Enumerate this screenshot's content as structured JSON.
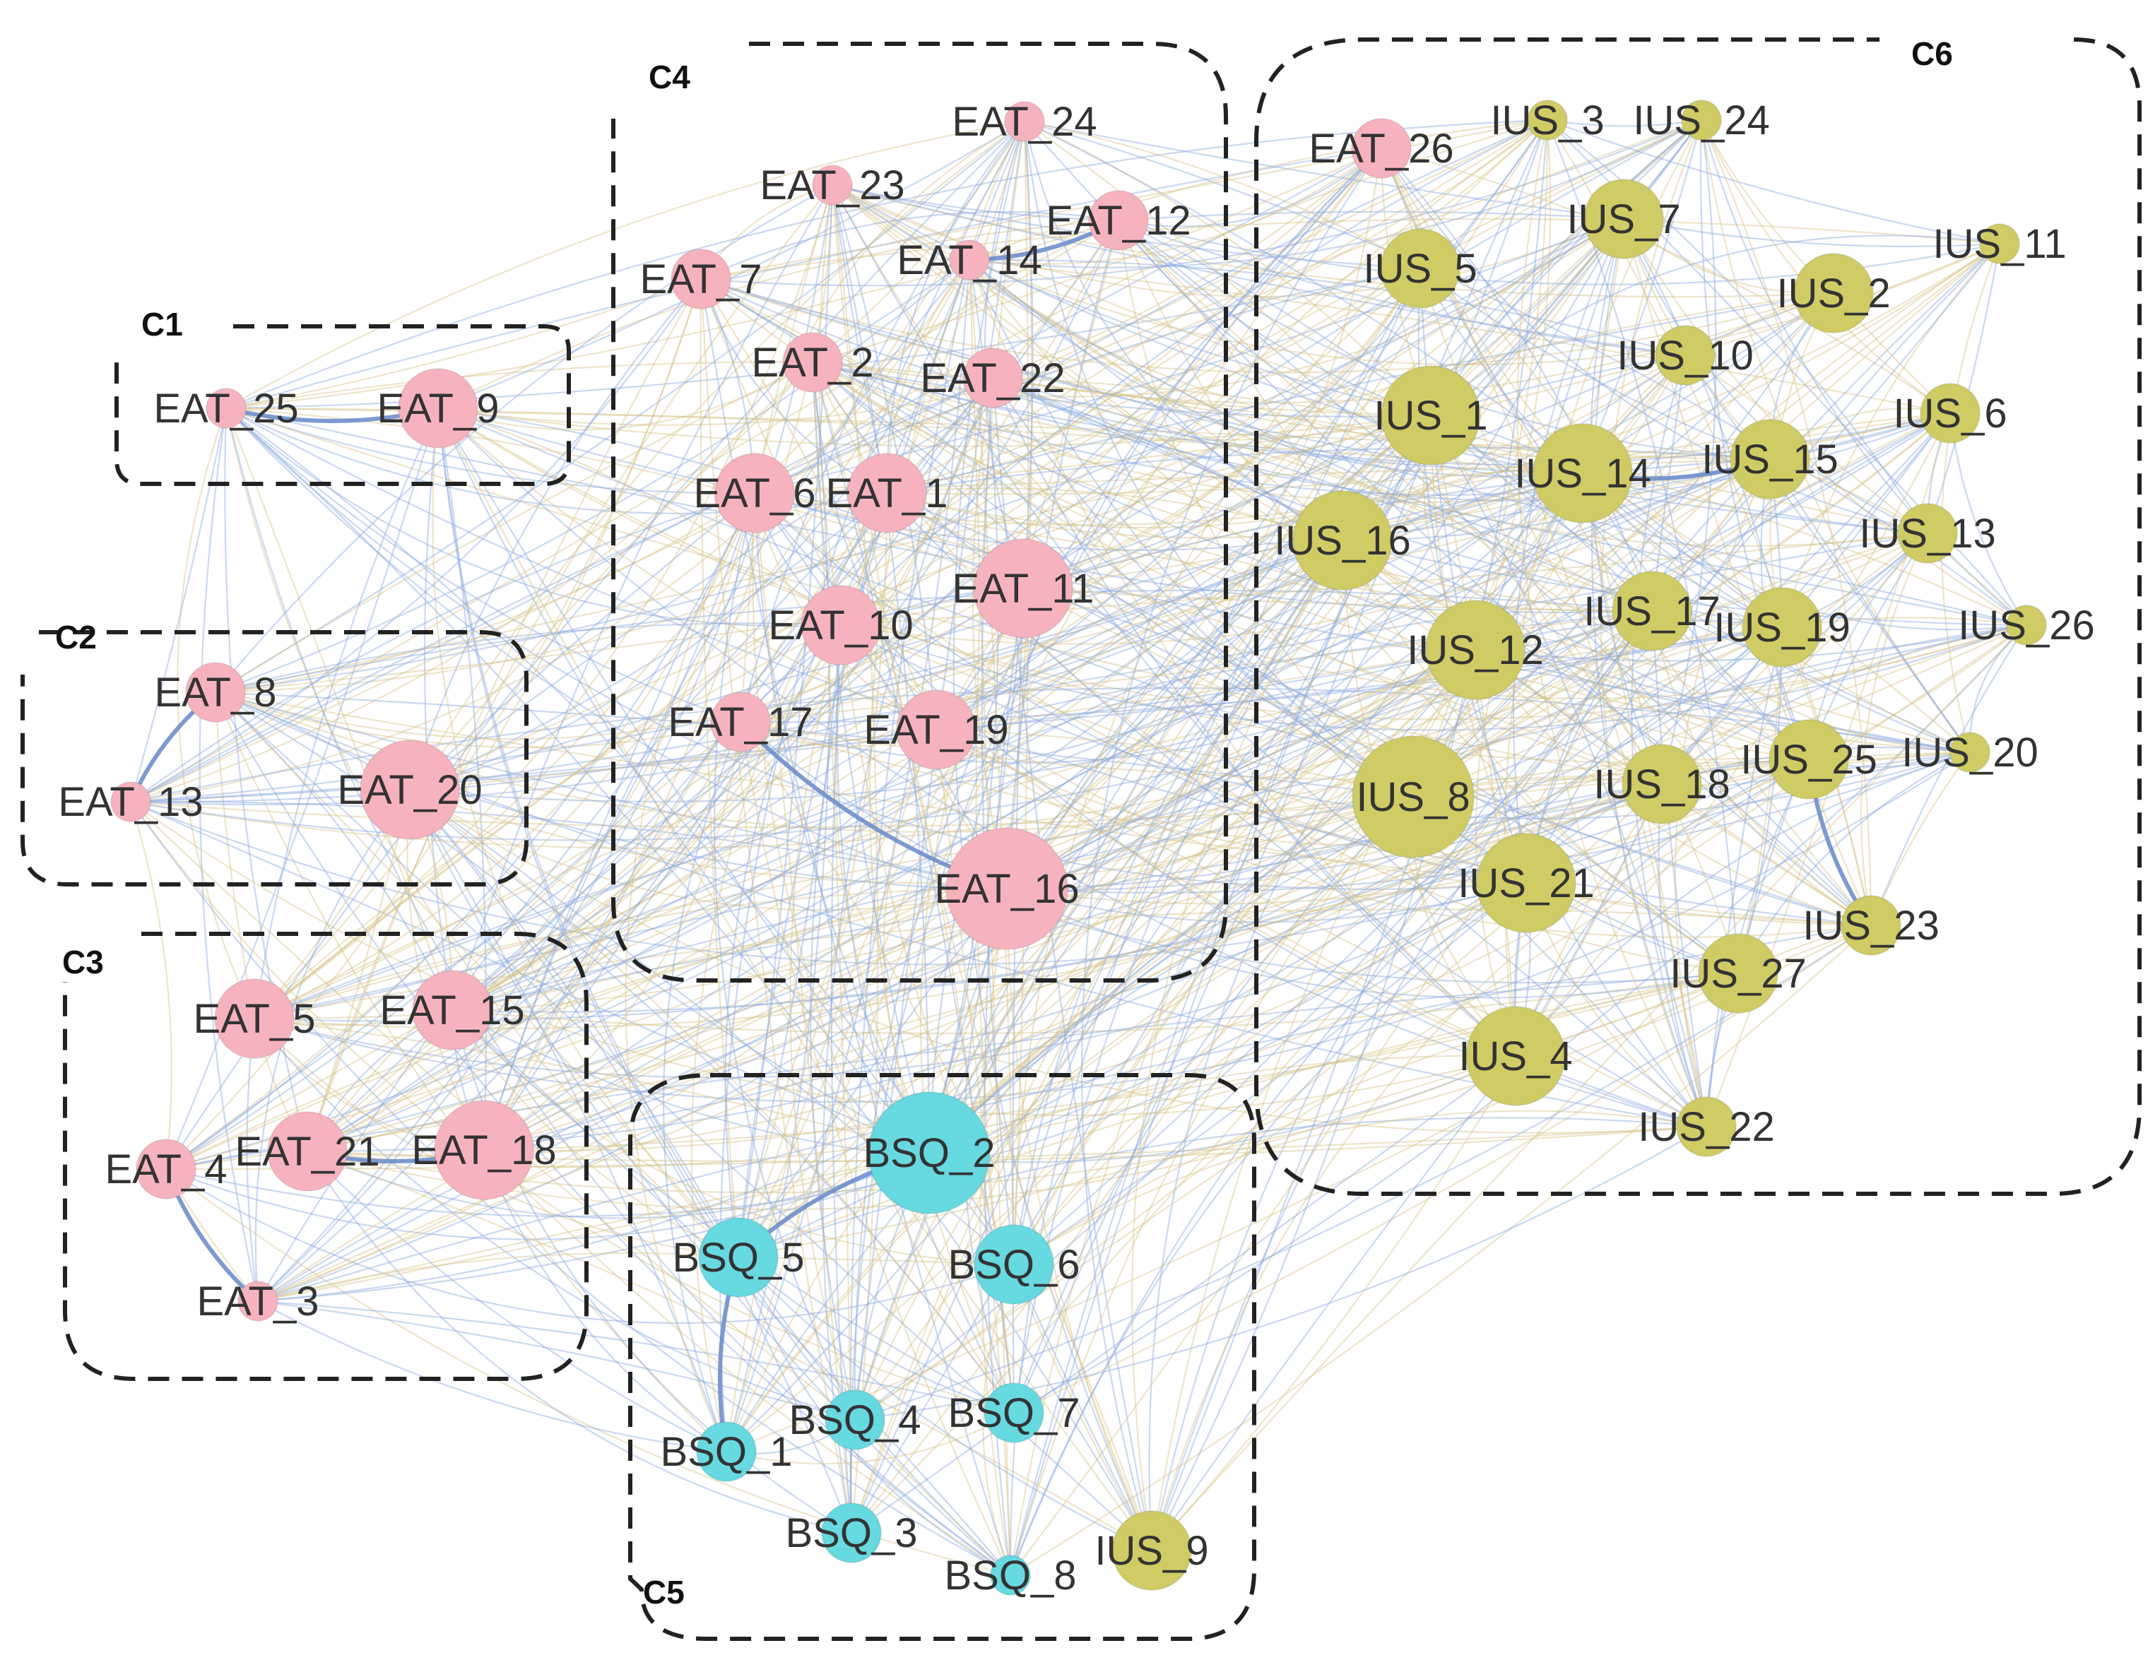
{
  "palette": {
    "EAT": "#f7b3bd",
    "BSQ": "#67d9e0",
    "IUS": "#cfcc66",
    "edge_blue": "#8aa8e0",
    "edge_tan": "#d6c48a",
    "edge_strong": "#6e8fcc"
  },
  "clusters": [
    {
      "id": "C1",
      "label": "C1"
    },
    {
      "id": "C2",
      "label": "C2"
    },
    {
      "id": "C3",
      "label": "C3"
    },
    {
      "id": "C4",
      "label": "C4"
    },
    {
      "id": "C5",
      "label": "C5"
    },
    {
      "id": "C6",
      "label": "C6"
    }
  ],
  "nodes": [
    {
      "id": "EAT_25",
      "label": "EAT_25",
      "group": "EAT",
      "cluster": "C1",
      "size": 1
    },
    {
      "id": "EAT_9",
      "label": "EAT_9",
      "group": "EAT",
      "cluster": "C1",
      "size": 3
    },
    {
      "id": "EAT_8",
      "label": "EAT_8",
      "group": "EAT",
      "cluster": "C2",
      "size": 2
    },
    {
      "id": "EAT_13",
      "label": "EAT_13",
      "group": "EAT",
      "cluster": "C2",
      "size": 1
    },
    {
      "id": "EAT_20",
      "label": "EAT_20",
      "group": "EAT",
      "cluster": "C2",
      "size": 4
    },
    {
      "id": "EAT_5",
      "label": "EAT_5",
      "group": "EAT",
      "cluster": "C3",
      "size": 3
    },
    {
      "id": "EAT_15",
      "label": "EAT_15",
      "group": "EAT",
      "cluster": "C3",
      "size": 3
    },
    {
      "id": "EAT_4",
      "label": "EAT_4",
      "group": "EAT",
      "cluster": "C3",
      "size": 2
    },
    {
      "id": "EAT_21",
      "label": "EAT_21",
      "group": "EAT",
      "cluster": "C3",
      "size": 3
    },
    {
      "id": "EAT_18",
      "label": "EAT_18",
      "group": "EAT",
      "cluster": "C3",
      "size": 4
    },
    {
      "id": "EAT_3",
      "label": "EAT_3",
      "group": "EAT",
      "cluster": "C3",
      "size": 1
    },
    {
      "id": "EAT_24",
      "label": "EAT_24",
      "group": "EAT",
      "cluster": "C4",
      "size": 1
    },
    {
      "id": "EAT_23",
      "label": "EAT_23",
      "group": "EAT",
      "cluster": "C4",
      "size": 1
    },
    {
      "id": "EAT_12",
      "label": "EAT_12",
      "group": "EAT",
      "cluster": "C4",
      "size": 2
    },
    {
      "id": "EAT_7",
      "label": "EAT_7",
      "group": "EAT",
      "cluster": "C4",
      "size": 2
    },
    {
      "id": "EAT_14",
      "label": "EAT_14",
      "group": "EAT",
      "cluster": "C4",
      "size": 1
    },
    {
      "id": "EAT_2",
      "label": "EAT_2",
      "group": "EAT",
      "cluster": "C4",
      "size": 2
    },
    {
      "id": "EAT_22",
      "label": "EAT_22",
      "group": "EAT",
      "cluster": "C4",
      "size": 2
    },
    {
      "id": "EAT_6",
      "label": "EAT_6",
      "group": "EAT",
      "cluster": "C4",
      "size": 3
    },
    {
      "id": "EAT_1",
      "label": "EAT_1",
      "group": "EAT",
      "cluster": "C4",
      "size": 3
    },
    {
      "id": "EAT_11",
      "label": "EAT_11",
      "group": "EAT",
      "cluster": "C4",
      "size": 4
    },
    {
      "id": "EAT_10",
      "label": "EAT_10",
      "group": "EAT",
      "cluster": "C4",
      "size": 3
    },
    {
      "id": "EAT_17",
      "label": "EAT_17",
      "group": "EAT",
      "cluster": "C4",
      "size": 2
    },
    {
      "id": "EAT_19",
      "label": "EAT_19",
      "group": "EAT",
      "cluster": "C4",
      "size": 3
    },
    {
      "id": "EAT_16",
      "label": "EAT_16",
      "group": "EAT",
      "cluster": "C4",
      "size": 5
    },
    {
      "id": "EAT_26",
      "label": "EAT_26",
      "group": "EAT",
      "cluster": "C6",
      "size": 2
    },
    {
      "id": "IUS_3",
      "label": "IUS_3",
      "group": "IUS",
      "cluster": "C6",
      "size": 1
    },
    {
      "id": "IUS_24",
      "label": "IUS_24",
      "group": "IUS",
      "cluster": "C6",
      "size": 1
    },
    {
      "id": "IUS_7",
      "label": "IUS_7",
      "group": "IUS",
      "cluster": "C6",
      "size": 3
    },
    {
      "id": "IUS_11",
      "label": "IUS_11",
      "group": "IUS",
      "cluster": "C6",
      "size": 1
    },
    {
      "id": "IUS_5",
      "label": "IUS_5",
      "group": "IUS",
      "cluster": "C6",
      "size": 3
    },
    {
      "id": "IUS_2",
      "label": "IUS_2",
      "group": "IUS",
      "cluster": "C6",
      "size": 3
    },
    {
      "id": "IUS_10",
      "label": "IUS_10",
      "group": "IUS",
      "cluster": "C6",
      "size": 2
    },
    {
      "id": "IUS_1",
      "label": "IUS_1",
      "group": "IUS",
      "cluster": "C6",
      "size": 4
    },
    {
      "id": "IUS_6",
      "label": "IUS_6",
      "group": "IUS",
      "cluster": "C6",
      "size": 2
    },
    {
      "id": "IUS_14",
      "label": "IUS_14",
      "group": "IUS",
      "cluster": "C6",
      "size": 4
    },
    {
      "id": "IUS_15",
      "label": "IUS_15",
      "group": "IUS",
      "cluster": "C6",
      "size": 3
    },
    {
      "id": "IUS_16",
      "label": "IUS_16",
      "group": "IUS",
      "cluster": "C6",
      "size": 4
    },
    {
      "id": "IUS_13",
      "label": "IUS_13",
      "group": "IUS",
      "cluster": "C6",
      "size": 2
    },
    {
      "id": "IUS_17",
      "label": "IUS_17",
      "group": "IUS",
      "cluster": "C6",
      "size": 3
    },
    {
      "id": "IUS_19",
      "label": "IUS_19",
      "group": "IUS",
      "cluster": "C6",
      "size": 3
    },
    {
      "id": "IUS_26",
      "label": "IUS_26",
      "group": "IUS",
      "cluster": "C6",
      "size": 1
    },
    {
      "id": "IUS_12",
      "label": "IUS_12",
      "group": "IUS",
      "cluster": "C6",
      "size": 4
    },
    {
      "id": "IUS_25",
      "label": "IUS_25",
      "group": "IUS",
      "cluster": "C6",
      "size": 3
    },
    {
      "id": "IUS_20",
      "label": "IUS_20",
      "group": "IUS",
      "cluster": "C6",
      "size": 1
    },
    {
      "id": "IUS_18",
      "label": "IUS_18",
      "group": "IUS",
      "cluster": "C6",
      "size": 3
    },
    {
      "id": "IUS_8",
      "label": "IUS_8",
      "group": "IUS",
      "cluster": "C6",
      "size": 5
    },
    {
      "id": "IUS_21",
      "label": "IUS_21",
      "group": "IUS",
      "cluster": "C6",
      "size": 4
    },
    {
      "id": "IUS_23",
      "label": "IUS_23",
      "group": "IUS",
      "cluster": "C6",
      "size": 2
    },
    {
      "id": "IUS_27",
      "label": "IUS_27",
      "group": "IUS",
      "cluster": "C6",
      "size": 3
    },
    {
      "id": "IUS_4",
      "label": "IUS_4",
      "group": "IUS",
      "cluster": "C6",
      "size": 4
    },
    {
      "id": "IUS_22",
      "label": "IUS_22",
      "group": "IUS",
      "cluster": "C6",
      "size": 2
    },
    {
      "id": "BSQ_2",
      "label": "BSQ_2",
      "group": "BSQ",
      "cluster": "C5",
      "size": 5
    },
    {
      "id": "BSQ_5",
      "label": "BSQ_5",
      "group": "BSQ",
      "cluster": "C5",
      "size": 3
    },
    {
      "id": "BSQ_6",
      "label": "BSQ_6",
      "group": "BSQ",
      "cluster": "C5",
      "size": 3
    },
    {
      "id": "BSQ_1",
      "label": "BSQ_1",
      "group": "BSQ",
      "cluster": "C5",
      "size": 2
    },
    {
      "id": "BSQ_4",
      "label": "BSQ_4",
      "group": "BSQ",
      "cluster": "C5",
      "size": 2
    },
    {
      "id": "BSQ_7",
      "label": "BSQ_7",
      "group": "BSQ",
      "cluster": "C5",
      "size": 2
    },
    {
      "id": "BSQ_3",
      "label": "BSQ_3",
      "group": "BSQ",
      "cluster": "C5",
      "size": 2
    },
    {
      "id": "BSQ_8",
      "label": "BSQ_8",
      "group": "BSQ",
      "cluster": "C5",
      "size": 1
    },
    {
      "id": "IUS_9",
      "label": "IUS_9",
      "group": "IUS",
      "cluster": "C5",
      "size": 3
    }
  ],
  "strong_edges": [
    [
      "EAT_25",
      "EAT_9"
    ],
    [
      "EAT_8",
      "EAT_13"
    ],
    [
      "EAT_4",
      "EAT_3"
    ],
    [
      "EAT_21",
      "EAT_18"
    ],
    [
      "EAT_17",
      "EAT_16"
    ],
    [
      "BSQ_2",
      "BSQ_5"
    ],
    [
      "BSQ_5",
      "BSQ_1"
    ],
    [
      "EAT_14",
      "EAT_12"
    ],
    [
      "IUS_14",
      "IUS_15"
    ],
    [
      "IUS_25",
      "IUS_23"
    ]
  ]
}
